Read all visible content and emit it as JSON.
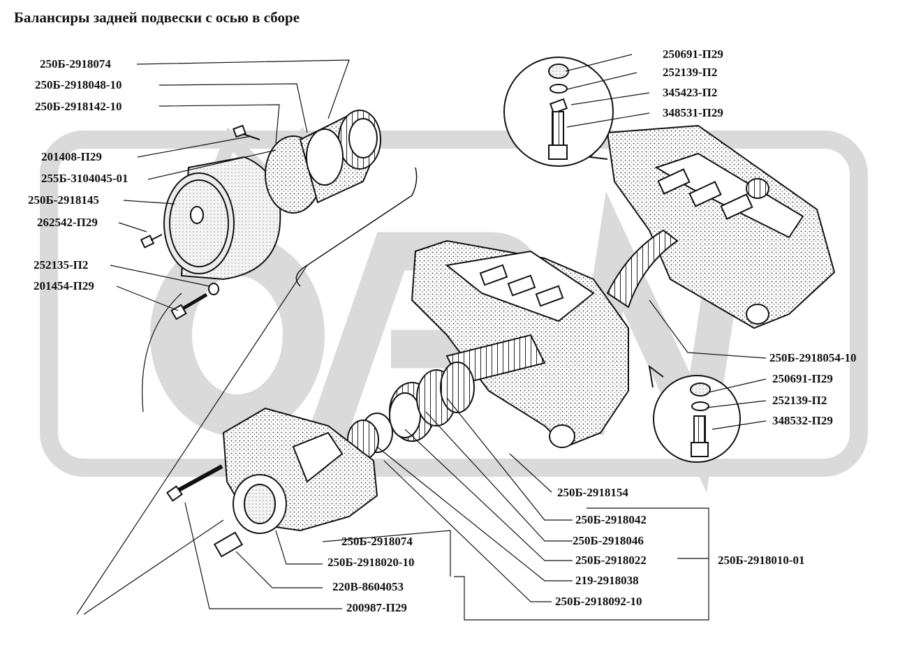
{
  "title": "Балансиры задней подвески с осью в сборе",
  "watermark_color": "#d9d9d9",
  "labels": {
    "l1": "250Б-2918074",
    "l2": "250Б-2918048-10",
    "l3": "250Б-2918142-10",
    "l4": "201408-П29",
    "l5": "255Б-3104045-01",
    "l6": "250Б-2918145",
    "l7": "262542-П29",
    "l8": "252135-П2",
    "l9": "201454-П29",
    "r1": "250691-П29",
    "r2": "252139-П2",
    "r3": "345423-П2",
    "r4": "348531-П29",
    "r5": "250Б-2918054-10",
    "r6": "250691-П29",
    "r7": "252139-П2",
    "r8": "348532-П29",
    "b1": "250Б-2918154",
    "b2": "250Б-2918042",
    "b3": "250Б-2918046",
    "b4": "250Б-2918022",
    "b5": "219-2918038",
    "b6": "250Б-2918092-10",
    "b7": "250Б-2918010-01",
    "b8": "250Б-2918074",
    "b9": "250Б-2918020-10",
    "b10": "220В-8604053",
    "b11": "200987-П29"
  }
}
